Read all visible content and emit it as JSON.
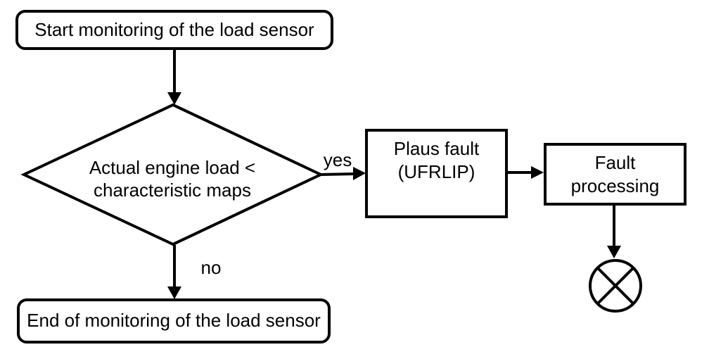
{
  "diagram": {
    "nodes": {
      "start": {
        "label": "Start monitoring of the load sensor"
      },
      "decision": {
        "line1": "Actual engine load <",
        "line2": "characteristic maps"
      },
      "plaus_fault": {
        "line1": "Plaus fault",
        "line2": "(UFRLIP)"
      },
      "fault_processing": {
        "line1": "Fault",
        "line2": "processing"
      },
      "end": {
        "label": "End of monitoring of the load sensor"
      },
      "terminator_icon": "crossed-circle"
    },
    "edges": {
      "yes_label": "yes",
      "no_label": "no"
    },
    "colors": {
      "line": "#000000",
      "background": "#ffffff",
      "text": "#000000"
    }
  }
}
